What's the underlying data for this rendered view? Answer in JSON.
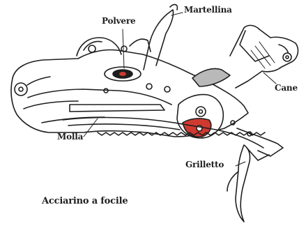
{
  "diagram": {
    "caption": "Acciarino a focile",
    "labels": {
      "polvere": "Polvere",
      "martellina": "Martellina",
      "cane": "Cane",
      "molla": "Molla",
      "grilletto": "Grilletto"
    },
    "colors": {
      "ink": "#1e1e1e",
      "accent_red": "#cf3a30",
      "gray_fill": "#b9b9b9"
    }
  }
}
